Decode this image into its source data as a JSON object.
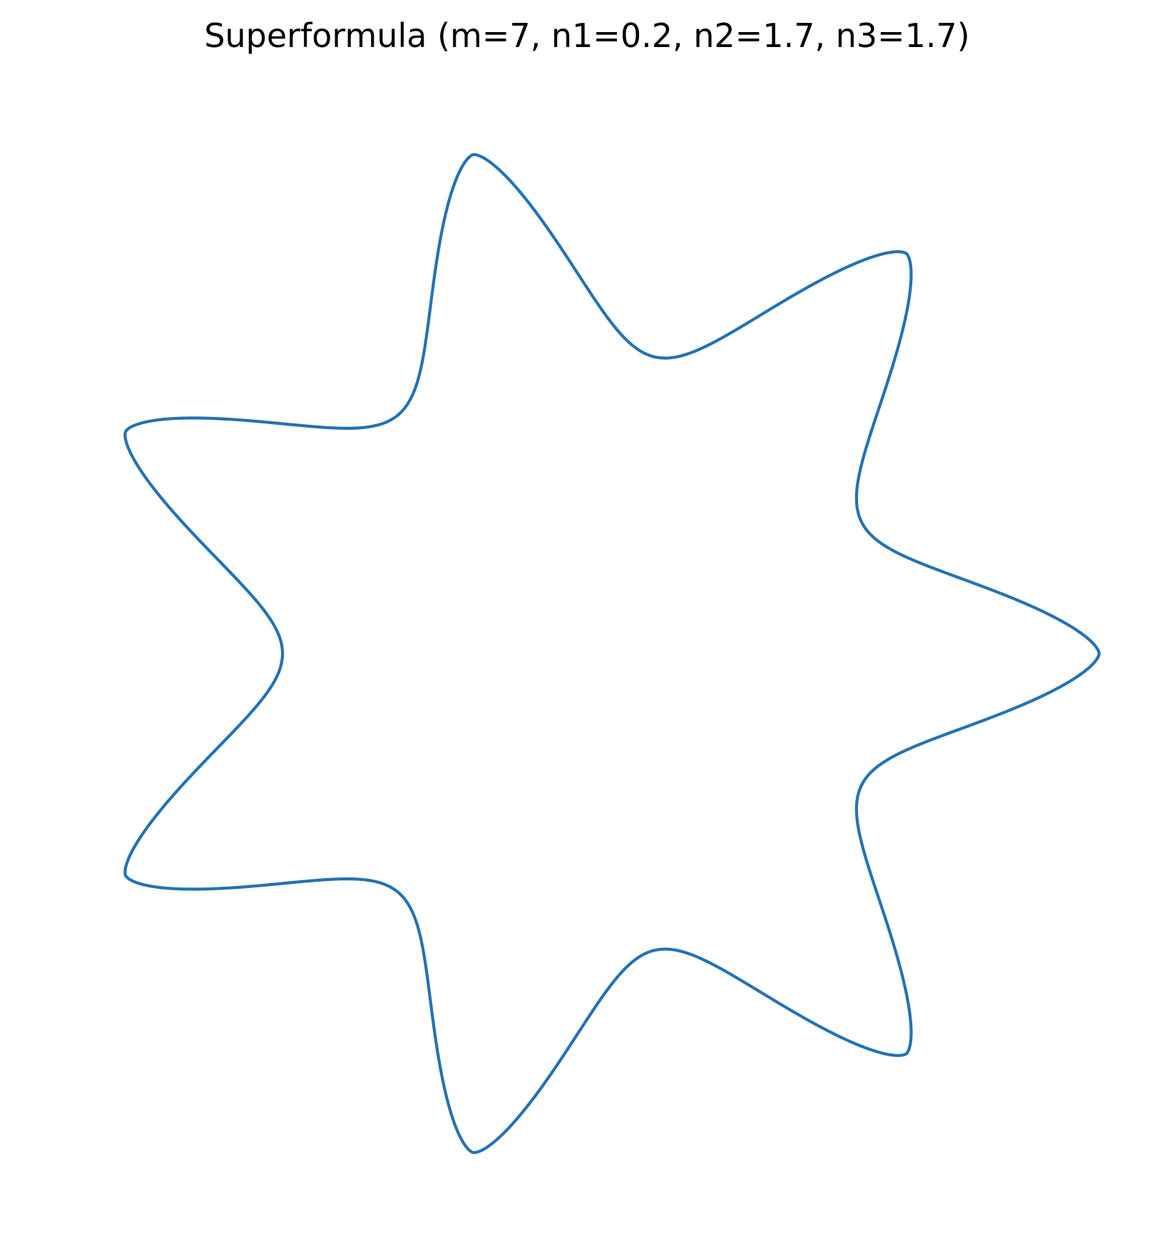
{
  "chart_data": {
    "type": "line",
    "title": "Superformula (m=7, n1=0.2, n2=1.7, n3=1.7)",
    "xlabel": "",
    "ylabel": "",
    "axes_visible": false,
    "grid": false,
    "legend": "none",
    "aspect": "equal",
    "curve": "closed polar curve r(phi) = ((|cos(m*phi/4)|)^n2 + (|sin(m*phi/4)|)^n3)^(-1/n1), normalized to max radius 1",
    "params": {
      "m": 7,
      "n1": 0.2,
      "n2": 1.7,
      "n3": 1.7,
      "a": 1,
      "b": 1
    },
    "xlim": [
      -1.05,
      1.05
    ],
    "ylim": [
      -1.05,
      1.05
    ],
    "series": [
      {
        "color": "#2372b5",
        "closed": true
      }
    ]
  }
}
